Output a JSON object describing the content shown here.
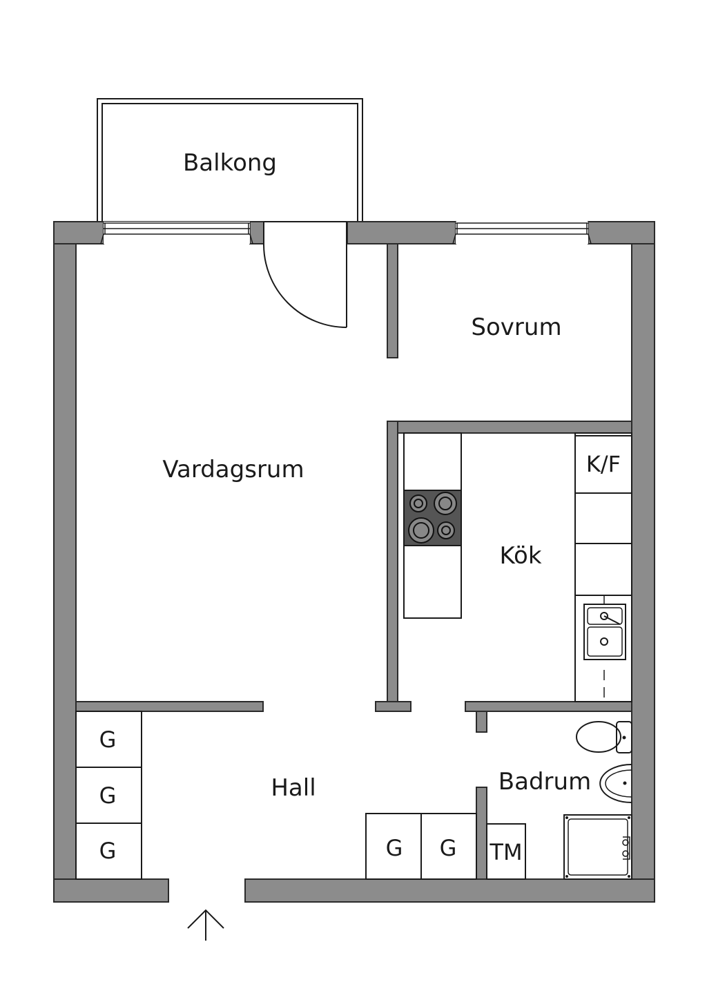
{
  "rooms": {
    "balcony": "Balkong",
    "bedroom": "Sovrum",
    "living_room": "Vardagsrum",
    "kitchen": "Kök",
    "hall": "Hall",
    "bathroom": "Badrum"
  },
  "fixtures": {
    "fridge_freezer": "K/F",
    "washing_machine": "TM",
    "wardrobe": "G"
  },
  "colors": {
    "wall": "#8c8c8c",
    "hob": "#555555",
    "line": "#1a1a1a"
  }
}
